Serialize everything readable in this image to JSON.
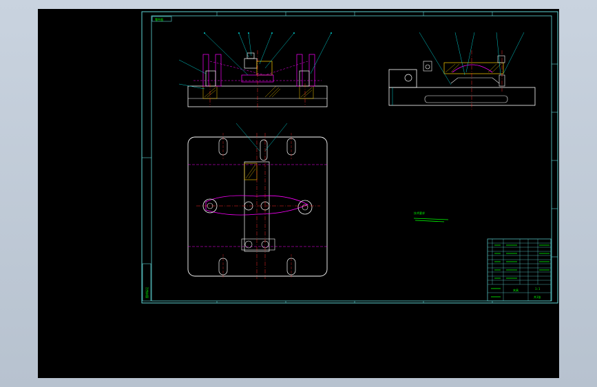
{
  "drawing": {
    "corner_tag": "零件图",
    "note_text": "技术要求",
    "title_block": {
      "title": "夹具",
      "ratio": "1:1",
      "sheet": "共1张"
    },
    "side_strip": "图样标记",
    "colors": {
      "frame": "#5fd7d7",
      "outline": "#ffffff",
      "center": "#ff2a2a",
      "hidden": "#ff00ff",
      "leader": "#00d0d0",
      "hatch": "#ffd000",
      "green": "#00ff00"
    }
  }
}
